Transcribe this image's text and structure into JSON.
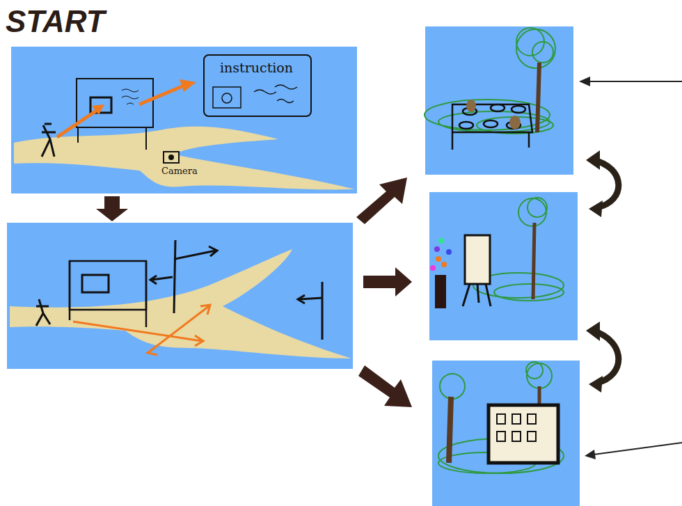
{
  "diagram": {
    "title": "START",
    "nodes": [
      {
        "text": [
          "instruction"
        ]
      }
    ],
    "labels": [
      "Camera"
    ]
  }
}
